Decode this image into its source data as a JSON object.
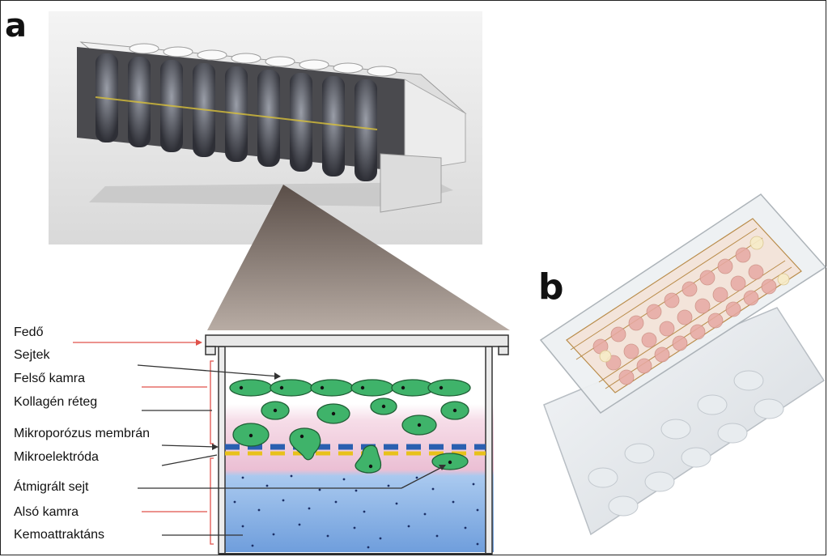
{
  "panel_letters": {
    "a": "a",
    "b": "b"
  },
  "labels": [
    {
      "id": "fedo",
      "text": "Fedő"
    },
    {
      "id": "sejtek",
      "text": "Sejtek"
    },
    {
      "id": "felso-kamra",
      "text": "Felső kamra"
    },
    {
      "id": "kollagen-reteg",
      "text": "Kollagén réteg"
    },
    {
      "id": "mikroporozus-membran",
      "text": "Mikroporózus membrán"
    },
    {
      "id": "mikroelektroda",
      "text": "Mikroelektróda"
    },
    {
      "id": "atmigralt-sejt",
      "text": "Átmigrált sejt"
    },
    {
      "id": "also-kamra",
      "text": "Alsó kamra"
    },
    {
      "id": "kemoattraktans",
      "text": "Kemoattraktáns"
    }
  ],
  "colors": {
    "cell_fill": "#3fb36a",
    "collagen": "#efc9d9",
    "lower_chamber": "#8fb8e8",
    "electrode_blue": "#2a5fb0",
    "electrode_yellow": "#e8c11a",
    "pointer_red": "#e0524a"
  }
}
